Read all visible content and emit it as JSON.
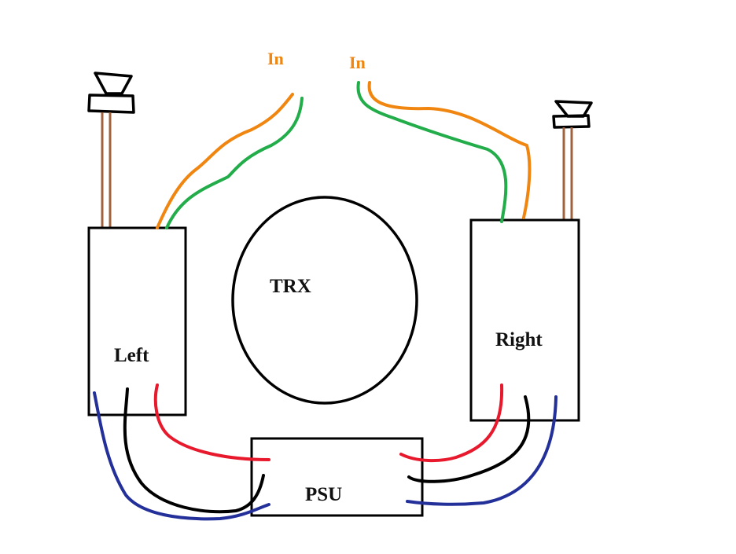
{
  "labels": {
    "in_left": "In",
    "in_right": "In",
    "trx": "TRX",
    "left": "Left",
    "right": "Right",
    "psu": "PSU"
  },
  "colors": {
    "outline": "#000000",
    "signal_orange": "#f0860f",
    "signal_green": "#22ad4a",
    "speaker_wire": "#a0623c",
    "power_red": "#e8192c",
    "power_black": "#000000",
    "power_blue": "#23309a",
    "label_orange": "#f0860f"
  },
  "components": [
    {
      "id": "trx",
      "shape": "ellipse",
      "label_key": "trx"
    },
    {
      "id": "left-amp",
      "shape": "box",
      "label_key": "left"
    },
    {
      "id": "right-amp",
      "shape": "box",
      "label_key": "right"
    },
    {
      "id": "psu",
      "shape": "box",
      "label_key": "psu"
    },
    {
      "id": "left-speaker",
      "shape": "speaker-icon"
    },
    {
      "id": "right-speaker",
      "shape": "speaker-icon"
    }
  ],
  "connections": [
    {
      "from": "in_left",
      "to": "left-amp",
      "colors": [
        "signal_orange",
        "signal_green"
      ]
    },
    {
      "from": "in_right",
      "to": "right-amp",
      "colors": [
        "signal_orange",
        "signal_green"
      ]
    },
    {
      "from": "left-amp",
      "to": "left-speaker",
      "colors": [
        "speaker_wire",
        "speaker_wire"
      ]
    },
    {
      "from": "right-amp",
      "to": "right-speaker",
      "colors": [
        "speaker_wire",
        "speaker_wire"
      ]
    },
    {
      "from": "psu",
      "to": "left-amp",
      "colors": [
        "power_red",
        "power_black",
        "power_blue"
      ]
    },
    {
      "from": "psu",
      "to": "right-amp",
      "colors": [
        "power_red",
        "power_black",
        "power_blue"
      ]
    }
  ]
}
